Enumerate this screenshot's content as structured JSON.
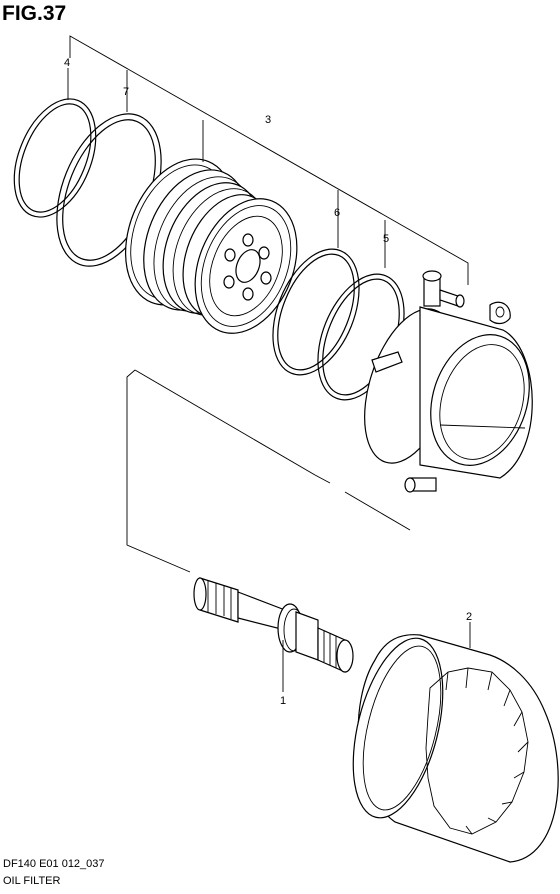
{
  "figure": {
    "title": "FIG.37"
  },
  "footer": {
    "code": "DF140 E01 012_037",
    "name": "OIL FILTER"
  },
  "callouts": [
    {
      "id": "1",
      "label": "1"
    },
    {
      "id": "2",
      "label": "2"
    },
    {
      "id": "3",
      "label": "3"
    },
    {
      "id": "4",
      "label": "4"
    },
    {
      "id": "5",
      "label": "5"
    },
    {
      "id": "6",
      "label": "6"
    },
    {
      "id": "7",
      "label": "7"
    }
  ]
}
